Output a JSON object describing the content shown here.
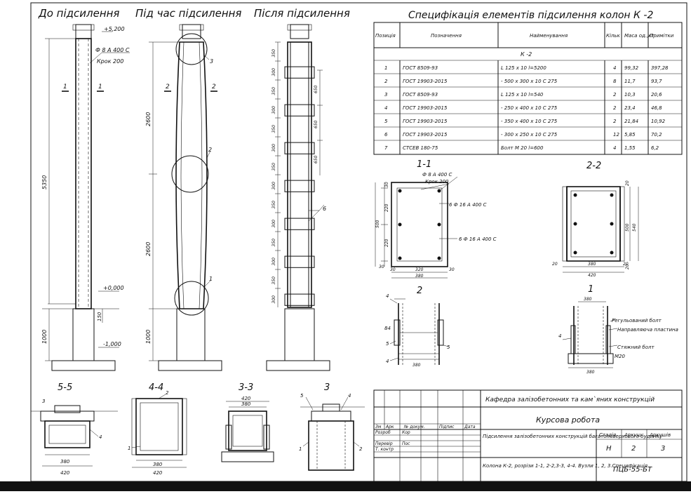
{
  "views": {
    "before": "До підсилення",
    "during": "Під час підсилення",
    "after": "Після підсилення"
  },
  "column_before": {
    "elev_top": "+5,200",
    "elev_zero": "+0,000",
    "elev_bottom": "-1,000",
    "rebar": "Ф 8 А 400 С",
    "step": "Крок 200",
    "height_dim": "5350",
    "base_dim": "1000",
    "small_dim": "150",
    "cut_mark": "1"
  },
  "column_during": {
    "dim_top": "2600",
    "dim_bottom": "2600",
    "base_dim": "1000",
    "callouts": [
      "3",
      "2",
      "1"
    ],
    "cut_mark": "2"
  },
  "column_after": {
    "dims_left": [
      "350",
      "300",
      "350",
      "300",
      "350",
      "300",
      "350",
      "300",
      "350",
      "300",
      "350",
      "300",
      "350",
      "300"
    ],
    "dims_right": [
      "650",
      "650",
      "650"
    ],
    "callout": "6"
  },
  "spec_table": {
    "title": "Специфікація елементів підсилення колон К -2",
    "headers": [
      "Позиція",
      "Позначення",
      "Найменування",
      "Кільк",
      "Маса од.,кг",
      "Примітки"
    ],
    "group": "К -2",
    "rows": [
      [
        "1",
        "ГОСТ 8509-93",
        "L 125 x 10  l=5200",
        "4",
        "99,32",
        "397,28"
      ],
      [
        "2",
        "ГОСТ 19903-2015",
        "- 500 x 300 x 10  С 275",
        "8",
        "11,7",
        "93,7"
      ],
      [
        "3",
        "ГОСТ 8509-93",
        "L 125 x 10  l=540",
        "2",
        "10,3",
        "20,6"
      ],
      [
        "4",
        "ГОСТ 19903-2015",
        "- 250 x 400 x 10  С 275",
        "2",
        "23,4",
        "46,8"
      ],
      [
        "5",
        "ГОСТ 19903-2015",
        "- 350 x 400 x 10  С 275",
        "2",
        "21,84",
        "10,92"
      ],
      [
        "6",
        "ГОСТ 19903-2015",
        "- 300 x 250 x 10  С 275",
        "12",
        "5,85",
        "70,2"
      ],
      [
        "7",
        "СТСЕВ 180-75",
        "Болт М 20  l=600",
        "4",
        "1,55",
        "6,2"
      ]
    ]
  },
  "section_1_1": {
    "title": "1-1",
    "rebar_hoop": "Ф 8 А 400 С",
    "step": "Крок 200",
    "rebar_long_top": "6 Ф 16 А 400 С",
    "rebar_long_bottom": "6 Ф 16 А 400 С",
    "dims_left": [
      "30",
      "220",
      "220",
      "30"
    ],
    "dim_total": "500",
    "dims_bottom": [
      "30",
      "320",
      "30"
    ],
    "width": "380"
  },
  "section_2_2": {
    "title": "2-2",
    "dims_right": [
      "20",
      "500",
      "540",
      "20"
    ],
    "dims_bottom": [
      "20",
      "380",
      "20"
    ],
    "width": "420"
  },
  "node_2": {
    "title": "2",
    "labels": [
      "4",
      "84",
      "5",
      "5",
      "4"
    ],
    "width": "380"
  },
  "node_1": {
    "title": "1",
    "top_dim": "380",
    "labels": [
      "Регульований болт",
      "Направляюча пластина",
      "Стяжний болт",
      "М20"
    ],
    "left_callout": "4",
    "bottom_dim": "380"
  },
  "section_5_5": {
    "title": "5-5",
    "dims": [
      "380",
      "420"
    ],
    "callouts": [
      "3",
      "4"
    ]
  },
  "section_4_4": {
    "title": "4-4",
    "dims": [
      "380",
      "420"
    ],
    "callouts": [
      "1",
      "2"
    ]
  },
  "section_3_3": {
    "title": "3-3",
    "dims": [
      "420",
      "380"
    ]
  },
  "node_3": {
    "title": "3",
    "callouts": [
      "5",
      "4",
      "1",
      "2"
    ]
  },
  "title_block": {
    "department": "Кафедра залізобетонних та кам`яних конструкцій",
    "work_type": "Курсова робота",
    "project": "Підсилення залізобетонних конструкцій багатоповерхового будинку",
    "sheet_content": "Колона К-2, розрізи 1-1, 2-2,3-3, 4-4. Вузли 1, 2, 3.Специфікація",
    "stage_header": "Стадія",
    "sheet_header": "Аркуш",
    "sheets_header": "Аркушів",
    "stage": "Н",
    "sheet": "2",
    "sheets": "3",
    "code": "ПЦБ-55-БТ",
    "row_labels": [
      "Зм",
      "Арк",
      "№ докум.",
      "Підпис",
      "Дата"
    ],
    "roles": [
      "Розроб",
      "Перевір",
      "Т. контр"
    ],
    "names": [
      "Кор",
      "Пос"
    ]
  }
}
